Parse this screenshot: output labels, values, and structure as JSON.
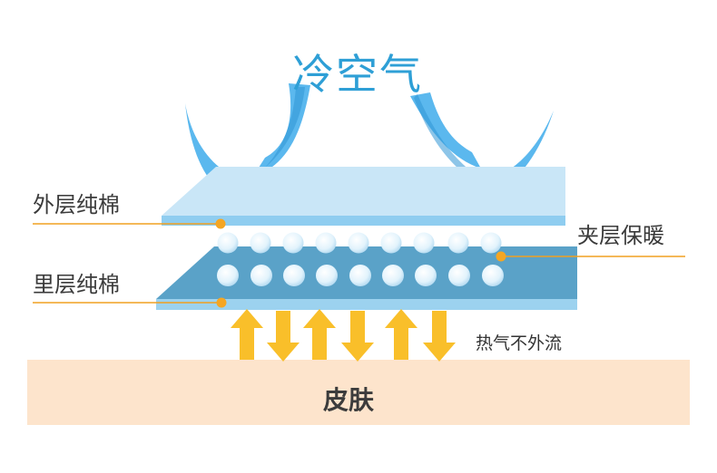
{
  "title": "冷空气",
  "labels": {
    "outer_layer": "外层纯棉",
    "inner_layer": "里层纯棉",
    "middle_layer": "夹层保暖",
    "heat_retention": "热气不外流",
    "skin": "皮肤"
  },
  "colors": {
    "cold_air_text": "#2e9fd6",
    "cold_air_arrow": "#5bb8ee",
    "outer_layer_top": "#c9e6f7",
    "outer_layer_edge": "#8fcdf0",
    "inner_layer_top": "#5aa2c8",
    "inner_layer_edge": "#9cd2ef",
    "bubble": "#e8f6fd",
    "heat_arrow": "#f9bf2a",
    "skin": "#fde4cc",
    "leader_line": "#f0a020"
  },
  "icons": [
    "cold-air-arrow-left",
    "cold-air-arrow-right",
    "heat-arrow-up",
    "heat-arrow-down",
    "air-bubble"
  ]
}
